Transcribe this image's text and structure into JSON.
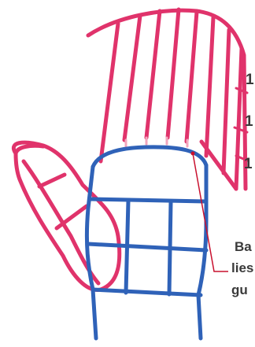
{
  "annotation": {
    "lines": [
      "Ba",
      "lies",
      "gu"
    ]
  },
  "measure_marks": [
    "1",
    "1",
    "1"
  ],
  "colors": {
    "guide_pink": "#e0336b",
    "structure_blue": "#2f62b8",
    "pointer_red": "#c8102e",
    "text": "#3a3a3a",
    "tick_light_pink": "#f2a6bd"
  }
}
